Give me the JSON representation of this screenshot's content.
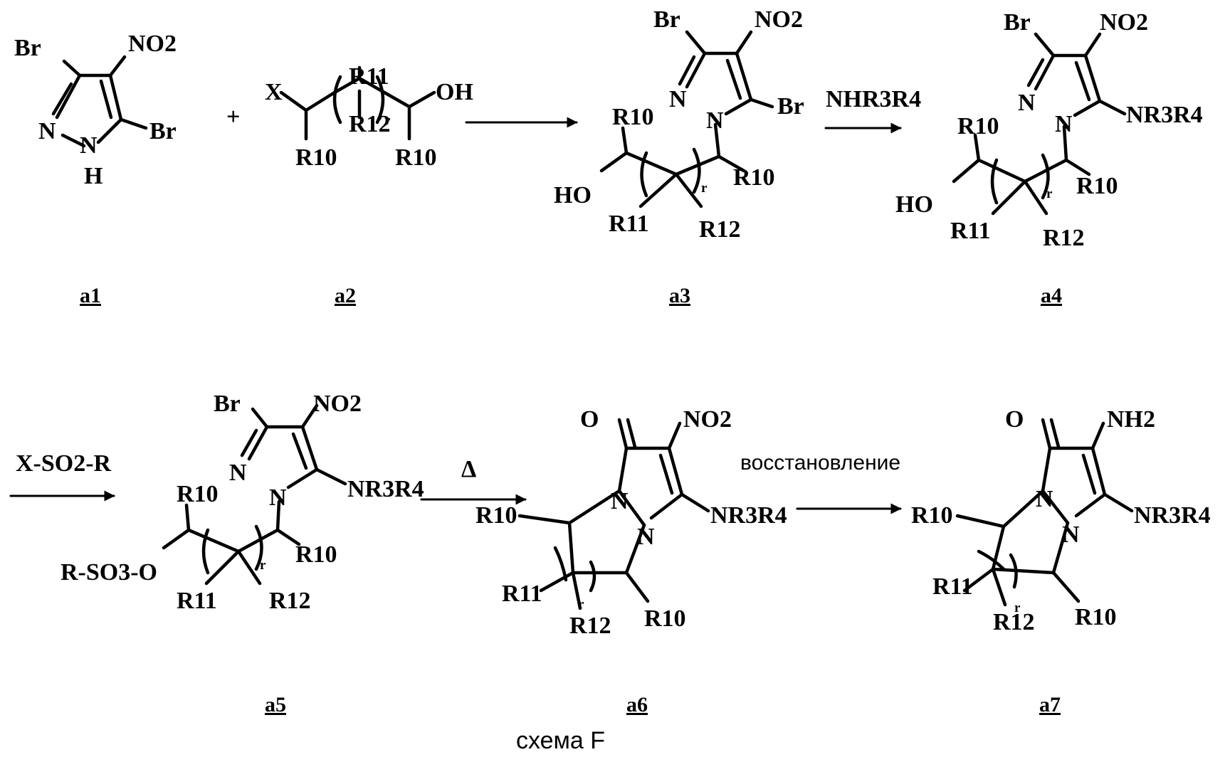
{
  "scheme": {
    "caption": "схема F",
    "compound_labels": [
      "a1",
      "a2",
      "a3",
      "a4",
      "a5",
      "a6",
      "a7"
    ],
    "reagents": {
      "plus": "+",
      "step3": "NHR3R4",
      "step4": "X-SO2-R",
      "step5": "Δ",
      "step6": "восстановление"
    },
    "atoms": {
      "Br": "Br",
      "NO2": "NO2",
      "NH2": "NH2",
      "N": "N",
      "H": "H",
      "X": "X",
      "OH": "OH",
      "HO": "HO",
      "O": "O",
      "NR3R4": "NR3R4",
      "RSO3O": "R-SO3-O",
      "R10": "R10",
      "R11": "R11",
      "R12": "R12",
      "r": "r"
    }
  }
}
